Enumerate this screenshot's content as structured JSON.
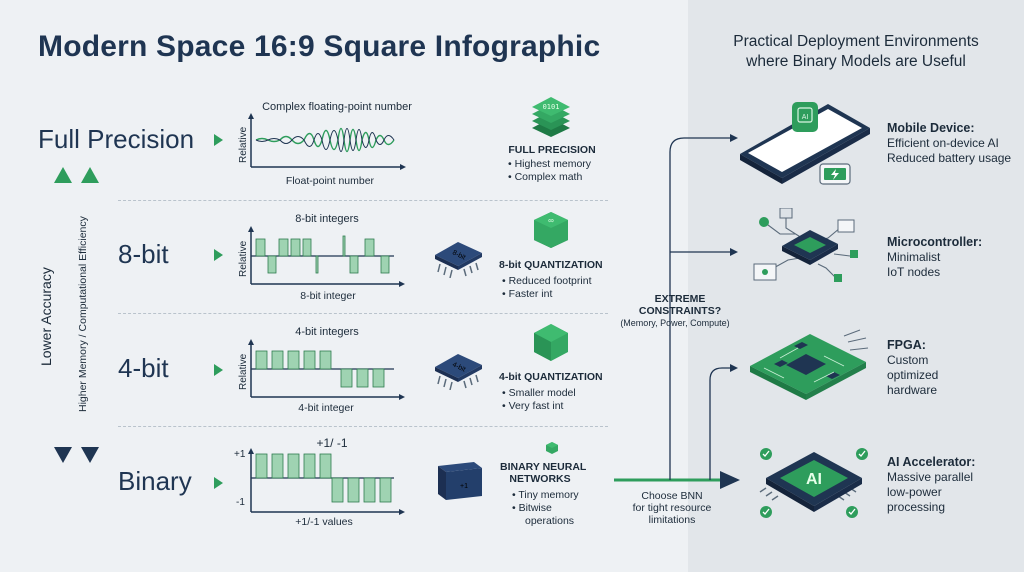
{
  "title": "Modern Space 16:9 Square Infographic",
  "axis": {
    "left_label": "Lower Accuracy",
    "right_label": "Higher Memory / Computational Efficiency"
  },
  "rows": [
    {
      "label": "Full Precision",
      "plot_title": "Complex floating-point number",
      "plot_xlabel": "Float-point number",
      "plot_ylabel": "Relative",
      "quant_title": "FULL PRECISION",
      "bullets": [
        "• Highest memory",
        "• Complex math"
      ]
    },
    {
      "label": "8-bit",
      "plot_title": "8-bit integers",
      "plot_xlabel": "8-bit integer",
      "plot_ylabel": "Relative",
      "chip_label": "8-bit",
      "quant_title": "8-bit QUANTIZATION",
      "bullets": [
        "• Reduced footprint",
        "• Faster int"
      ]
    },
    {
      "label": "4-bit",
      "plot_title": "4-bit integers",
      "plot_xlabel": "4-bit integer",
      "plot_ylabel": "Relative",
      "chip_label": "4-bit",
      "quant_title": "4-bit QUANTIZATION",
      "bullets": [
        "• Smaller model",
        "• Very fast int"
      ]
    },
    {
      "label": "Binary",
      "plot_title": "+1/ -1",
      "plot_xlabel": "+1/-1 values",
      "tick_top": "+1",
      "tick_bottom": "-1",
      "chip_label": "+1",
      "quant_title_1": "BINARY NEURAL",
      "quant_title_2": "NETWORKS",
      "bullets": [
        "• Tiny memory",
        "• Bitwise",
        "operations"
      ]
    }
  ],
  "constraints": {
    "title_1": "EXTREME",
    "title_2": "CONSTRAINTS?",
    "subtitle": "(Memory, Power, Compute)"
  },
  "choose": {
    "line1": "Choose BNN",
    "line2": "for tight resource",
    "line3": "limitations"
  },
  "right_panel": {
    "title_1": "Practical Deployment Environments",
    "title_2": "where Binary Models are Useful"
  },
  "environments": [
    {
      "title": "Mobile Device:",
      "desc": [
        "Efficient on-device AI",
        "Reduced battery usage"
      ]
    },
    {
      "title": "Microcontroller:",
      "desc": [
        "Minimalist",
        "IoT nodes"
      ]
    },
    {
      "title": "FPGA:",
      "desc": [
        "Custom",
        "optimized",
        "hardware"
      ]
    },
    {
      "title": "AI Accelerator:",
      "desc": [
        "Massive parallel",
        "low-power",
        "processing"
      ]
    }
  ],
  "accelerator_chip_text": "AI",
  "phone_chip_text": "AI",
  "colors": {
    "accent_green": "#2e9d5c",
    "navy": "#1f3552",
    "bar_fill": "#9fd3b2",
    "background": "#eef1f4",
    "panel": "#e2e6ea"
  }
}
